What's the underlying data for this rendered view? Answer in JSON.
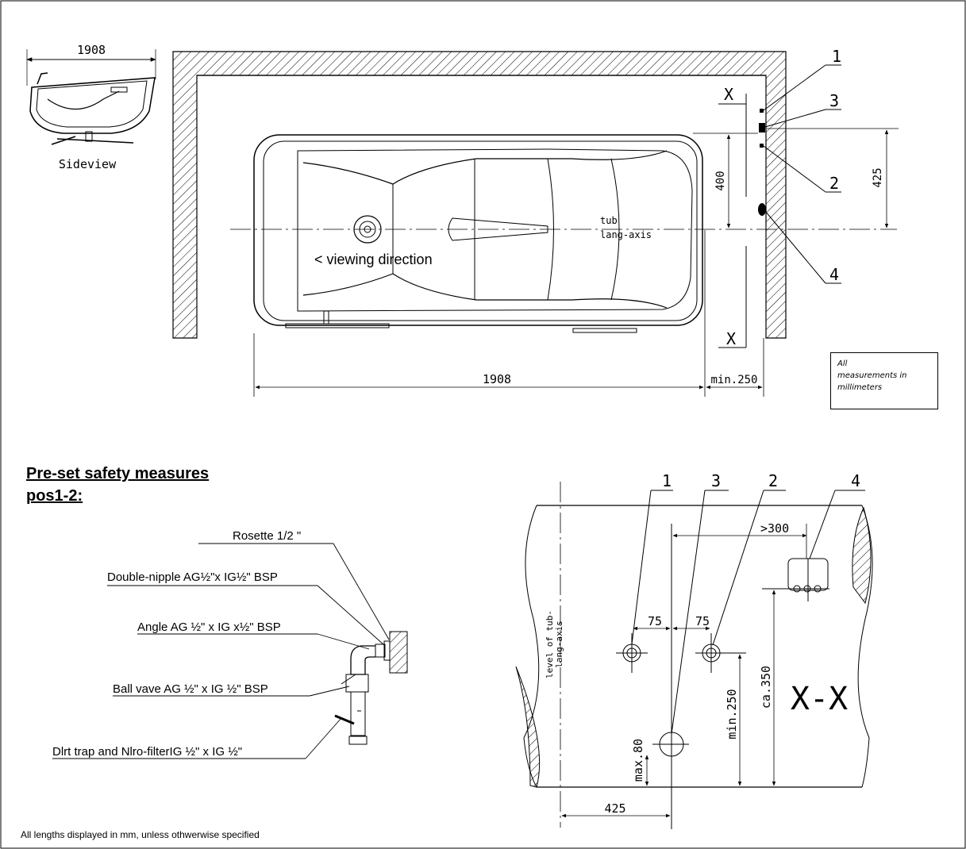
{
  "sideview": {
    "dimension": "1908",
    "caption": "Sideview"
  },
  "plan": {
    "length_dim": "1908",
    "clearance_dim": "min.250",
    "height_dim_400": "400",
    "height_dim_425": "425",
    "axis_label_1": "tub",
    "axis_label_2": "lang-axis",
    "viewing_direction": "<  viewing direction",
    "section_mark": "X",
    "callouts": [
      "1",
      "3",
      "2",
      "4"
    ]
  },
  "note": {
    "lines": [
      "All",
      "measurements in",
      "millimeters"
    ]
  },
  "safety": {
    "heading_line1": "Pre-set safety measures",
    "heading_line2": "pos1-2:",
    "parts": [
      "Rosette 1/2 \"",
      "Double-nipple AG½\"x IG½\" BSP",
      "Angle AG ½\" x IG x½\" BSP",
      "Ball vave AG ½\" x IG ½\" BSP",
      "Dlrt trap and  Nlro-filterIG ½\" x IG ½\""
    ]
  },
  "section": {
    "title": "X-X",
    "callouts": [
      "1",
      "3",
      "2",
      "4"
    ],
    "dims": {
      "min300": ">300",
      "d75a": "75",
      "d75b": "75",
      "min250": "min.250",
      "ca350": "ca.350",
      "max80": "max.80",
      "d425": "425"
    },
    "level_label_1": "level of tub-",
    "level_label_2": "lang-axis"
  },
  "footer": "All lengths displayed in mm, unless othwerwise specified"
}
